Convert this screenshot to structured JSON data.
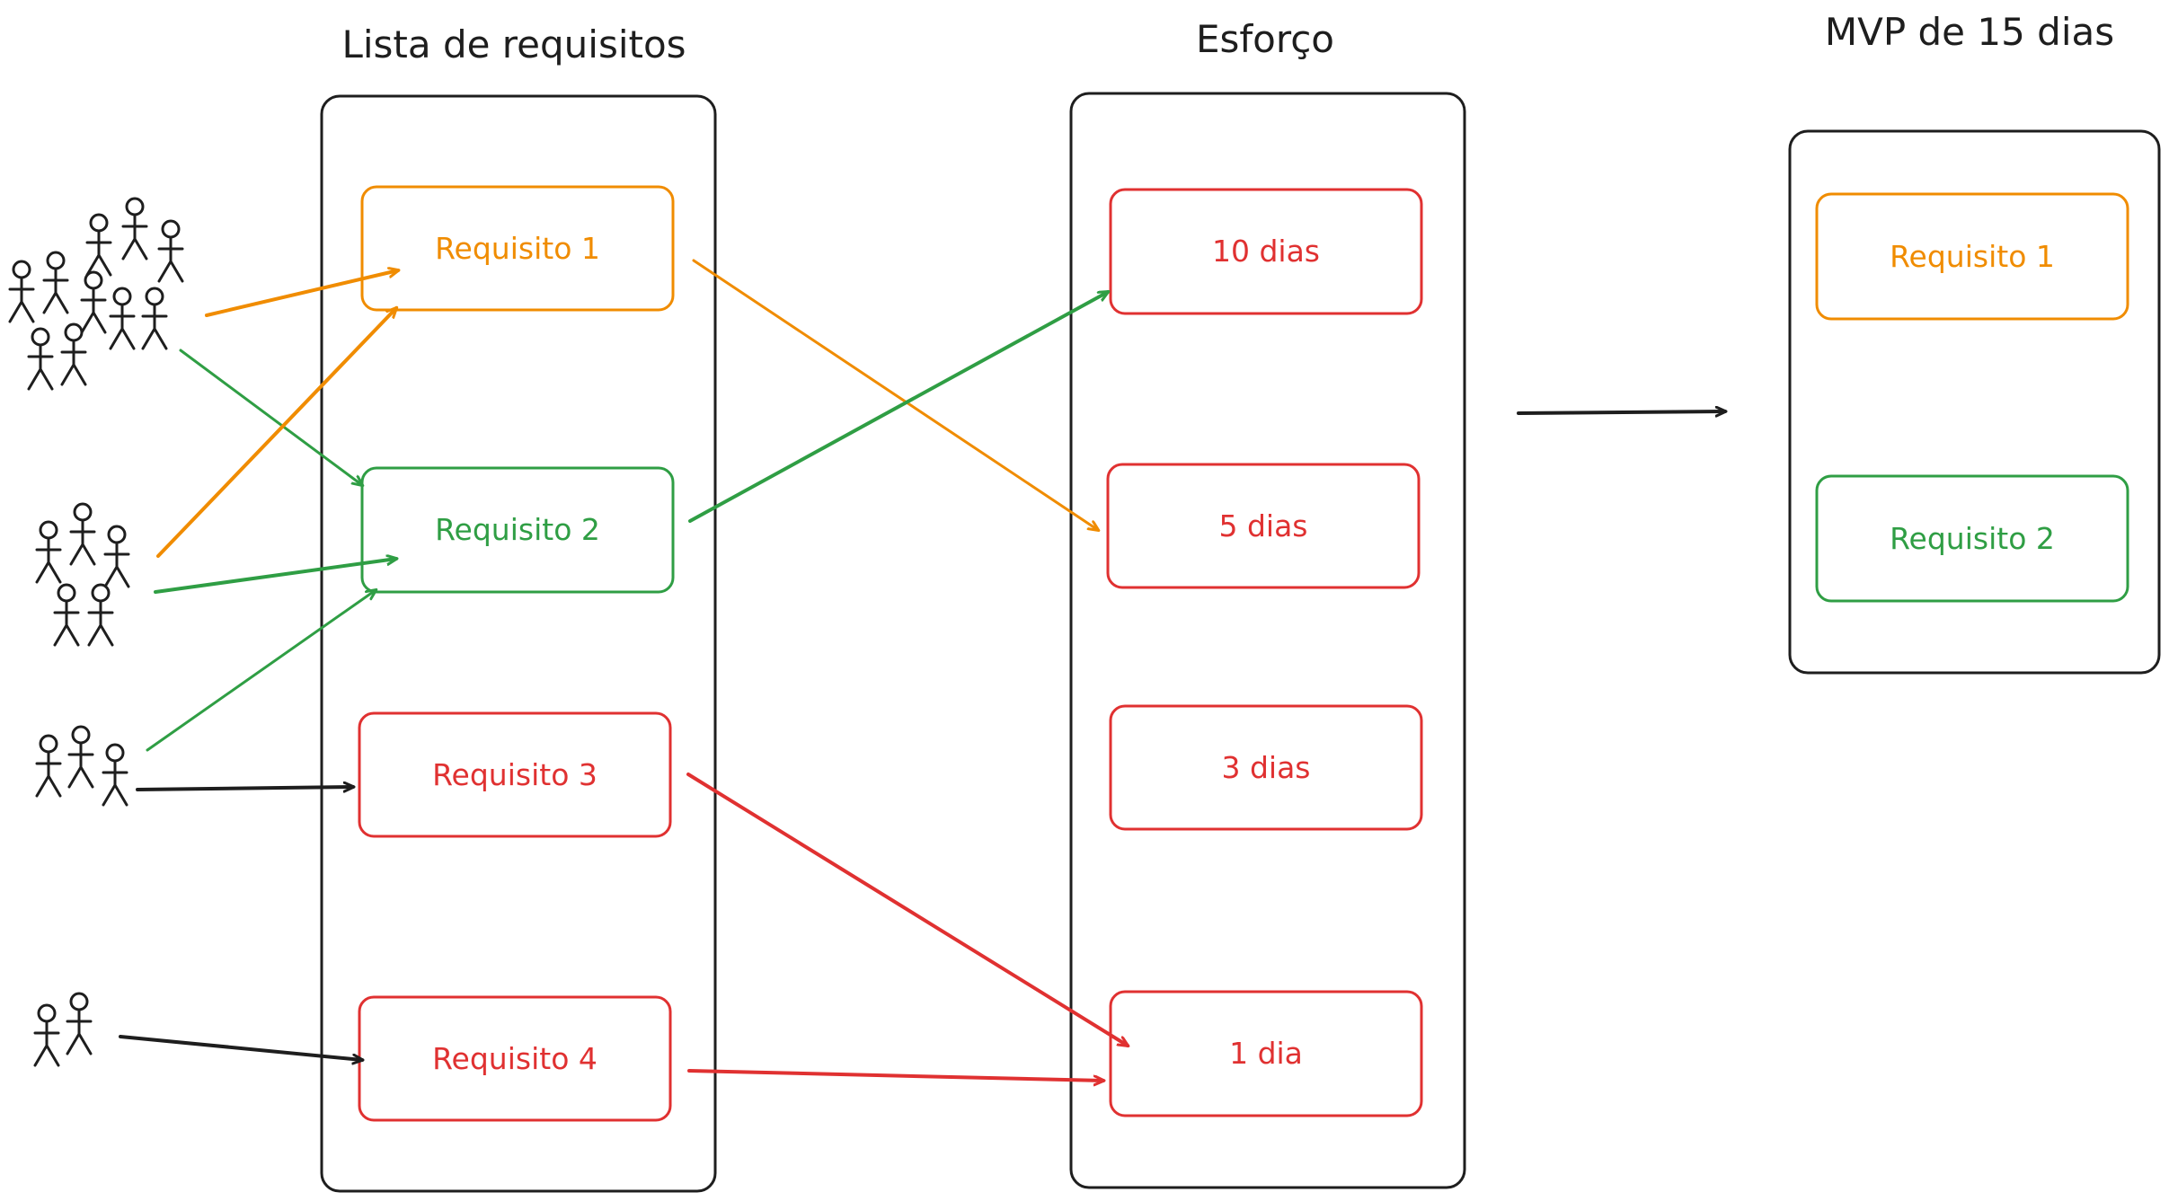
{
  "colors": {
    "ink": "#1e1e1e",
    "orange": "#f08c00",
    "green": "#2f9e44",
    "red": "#e03131"
  },
  "columns": {
    "requirements_title": "Lista de requisitos",
    "effort_title": "Esforço",
    "mvp_title": "MVP de 15 dias"
  },
  "requirements": [
    {
      "label": "Requisito 1",
      "color": "orange"
    },
    {
      "label": "Requisito 2",
      "color": "green"
    },
    {
      "label": "Requisito 3",
      "color": "red"
    },
    {
      "label": "Requisito 4",
      "color": "red"
    }
  ],
  "efforts": [
    {
      "label": "10 dias"
    },
    {
      "label": "5 dias"
    },
    {
      "label": "3 dias"
    },
    {
      "label": "1 dia"
    }
  ],
  "mvp_items": [
    {
      "label": "Requisito 1",
      "color": "orange"
    },
    {
      "label": "Requisito 2",
      "color": "green"
    }
  ],
  "user_groups": [
    {
      "people": 11
    },
    {
      "people": 5
    },
    {
      "people": 3
    },
    {
      "people": 2
    }
  ],
  "connections": [
    {
      "from": "user-group-1",
      "to": "Requisito 1",
      "color": "orange"
    },
    {
      "from": "user-group-1",
      "to": "Requisito 2",
      "color": "green"
    },
    {
      "from": "user-group-2",
      "to": "Requisito 1",
      "color": "orange"
    },
    {
      "from": "user-group-2",
      "to": "Requisito 2",
      "color": "green"
    },
    {
      "from": "user-group-3",
      "to": "Requisito 2",
      "color": "green"
    },
    {
      "from": "user-group-3",
      "to": "Requisito 3",
      "color": "ink"
    },
    {
      "from": "user-group-4",
      "to": "Requisito 4",
      "color": "ink"
    },
    {
      "from": "Requisito 1",
      "to": "5 dias",
      "color": "orange"
    },
    {
      "from": "Requisito 2",
      "to": "10 dias",
      "color": "green"
    },
    {
      "from": "Requisito 3",
      "to": "1 dia",
      "color": "red"
    },
    {
      "from": "Requisito 4",
      "to": "1 dia",
      "color": "red"
    },
    {
      "from": "Esforço",
      "to": "MVP de 15 dias",
      "color": "ink"
    }
  ]
}
